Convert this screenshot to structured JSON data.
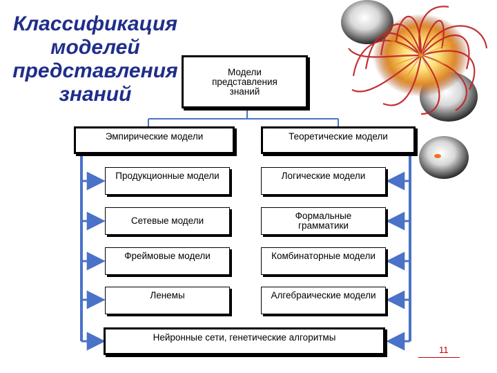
{
  "slide": {
    "title_lines": [
      "Классификация",
      "моделей",
      "представления",
      "знаний"
    ],
    "page_number": "11",
    "accent_color": "#1f2e8a",
    "arrow_color": "#4a72c8",
    "page_number_color": "#c00000"
  },
  "diagram": {
    "root": {
      "lines": [
        "Модели",
        "представления",
        "знаний"
      ]
    },
    "empirical": {
      "header": "Эмпирические модели",
      "items": [
        "Продукционные модели",
        "Сетевые модели",
        "Фреймовые модели",
        "Ленемы"
      ]
    },
    "theoretical": {
      "header": "Теоретические модели",
      "items": [
        "Логические модели",
        "Формальные грамматики",
        "Комбинаторные модели",
        "Алгебраические модели"
      ]
    },
    "bottom": "Нейронные сети, генетические алгоритмы"
  },
  "decorations": {
    "top_right": "sphere-with-red-wires-icon",
    "middle_right": "small-gray-sphere-icon"
  }
}
